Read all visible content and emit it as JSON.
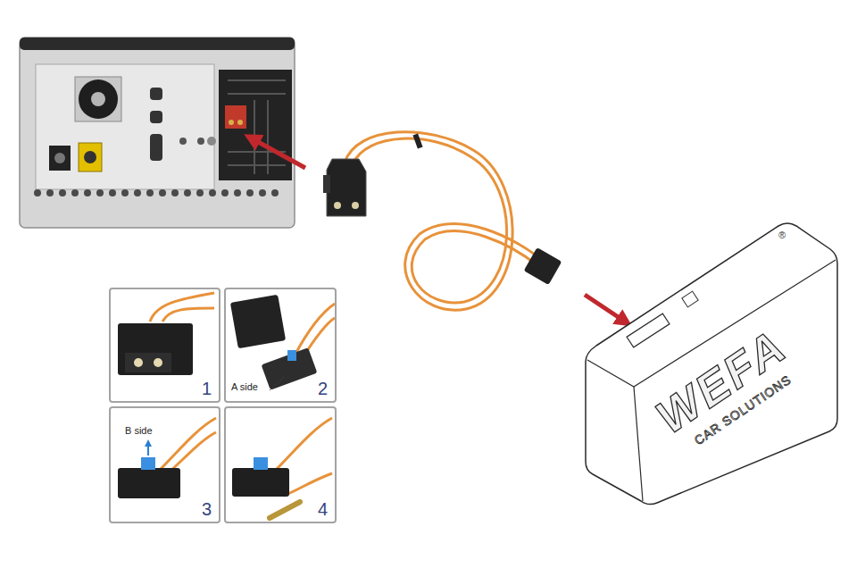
{
  "diagram": {
    "nodes": [
      {
        "text": [
          "WEFA",
          "CAR SOLUTIONS",
          "®"
        ]
      },
      {
        "text": [
          "1"
        ]
      },
      {
        "text": [
          "A side",
          "2"
        ]
      },
      {
        "text": [
          "B side",
          "3"
        ]
      },
      {
        "text": [
          "4"
        ]
      }
    ]
  }
}
